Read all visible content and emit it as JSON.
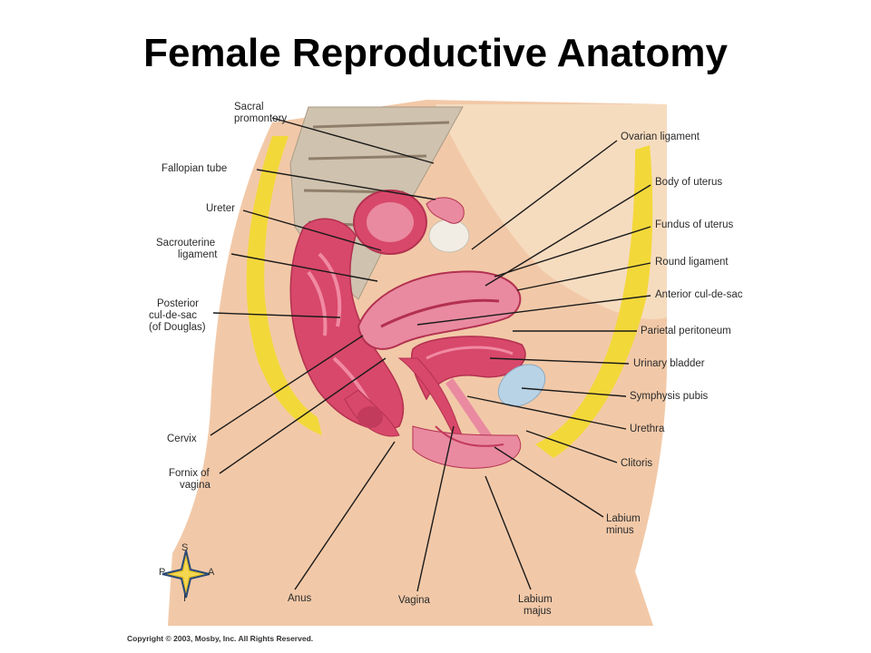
{
  "title": "Female Reproductive Anatomy",
  "copyright": "Copyright © 2003, Mosby, Inc. All Rights Reserved.",
  "labels_left": {
    "sacral_promontory": [
      "Sacral",
      "promontory"
    ],
    "fallopian_tube": [
      "Fallopian tube"
    ],
    "ureter": [
      "Ureter"
    ],
    "sacrouterine_ligament": [
      "Sacrouterine",
      "ligament"
    ],
    "posterior_cul_de_sac": [
      "Posterior",
      "cul-de-sac",
      "(of Douglas)"
    ],
    "cervix": [
      "Cervix"
    ],
    "fornix_of_vagina": [
      "Fornix of",
      "vagina"
    ]
  },
  "labels_right": {
    "ovarian_ligament": [
      "Ovarian ligament"
    ],
    "body_of_uterus": [
      "Body of uterus"
    ],
    "fundus_of_uterus": [
      "Fundus of uterus"
    ],
    "round_ligament": [
      "Round ligament"
    ],
    "anterior_cul_de_sac": [
      "Anterior cul-de-sac"
    ],
    "parietal_peritoneum": [
      "Parietal peritoneum"
    ],
    "urinary_bladder": [
      "Urinary bladder"
    ],
    "symphysis_pubis": [
      "Symphysis pubis"
    ],
    "urethra": [
      "Urethra"
    ],
    "clitoris": [
      "Clitoris"
    ],
    "labium_minus": [
      "Labium",
      "minus"
    ]
  },
  "labels_bottom": {
    "anus": [
      "Anus"
    ],
    "vagina": [
      "Vagina"
    ],
    "labium_majus": [
      "Labium",
      "majus"
    ]
  },
  "compass": {
    "superior": "S",
    "posterior": "P",
    "anterior": "A",
    "inferior": "I"
  },
  "colors": {
    "skin": "#f2c9a8",
    "bone": "#cfc2ae",
    "muscle": "#d8486a",
    "pink": "#e98aa0",
    "fat": "#f3d83a",
    "bladder": "#b9d3e6",
    "leader": "#1a1a1a"
  }
}
